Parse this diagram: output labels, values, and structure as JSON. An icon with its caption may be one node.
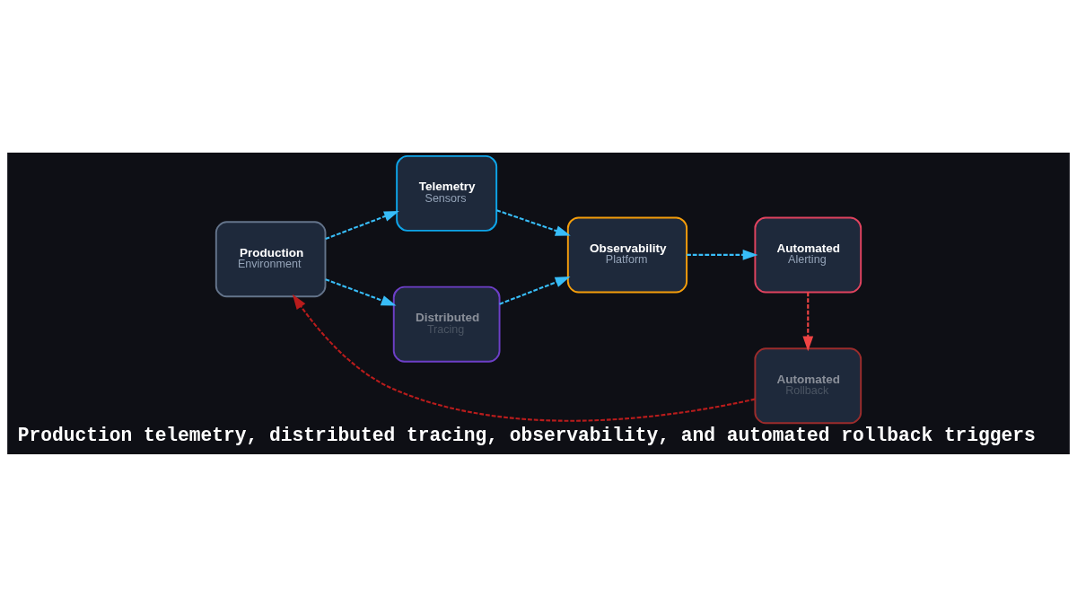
{
  "diagram": {
    "title": "Production telemetry, distributed tracing, observability, and automated rollback triggers",
    "nodes": [
      {
        "text": [
          "Production",
          "Environment"
        ]
      },
      {
        "text": [
          "Telemetry",
          "Sensors"
        ]
      },
      {
        "text": [
          "Distributed",
          "Tracing"
        ]
      },
      {
        "text": [
          "Observability",
          "Platform"
        ]
      },
      {
        "text": [
          "Automated",
          "Alerting"
        ]
      },
      {
        "text": [
          "Automated",
          "Rollback"
        ]
      }
    ],
    "edges": [
      {
        "from": 0,
        "to": 1,
        "arrow": "to",
        "style": "dashed"
      },
      {
        "from": 0,
        "to": 2,
        "arrow": "to",
        "style": "dashed"
      },
      {
        "from": 1,
        "to": 3,
        "arrow": "to",
        "style": "dashed"
      },
      {
        "from": 2,
        "to": 3,
        "arrow": "to",
        "style": "dashed"
      },
      {
        "from": 3,
        "to": 4,
        "arrow": "to",
        "style": "dashed"
      },
      {
        "from": 4,
        "to": 5,
        "arrow": "to",
        "style": "dashed",
        "color": "#ef4444"
      },
      {
        "from": 5,
        "to": 0,
        "arrow": "to",
        "style": "dashed",
        "color": "#b91c1c"
      }
    ]
  }
}
